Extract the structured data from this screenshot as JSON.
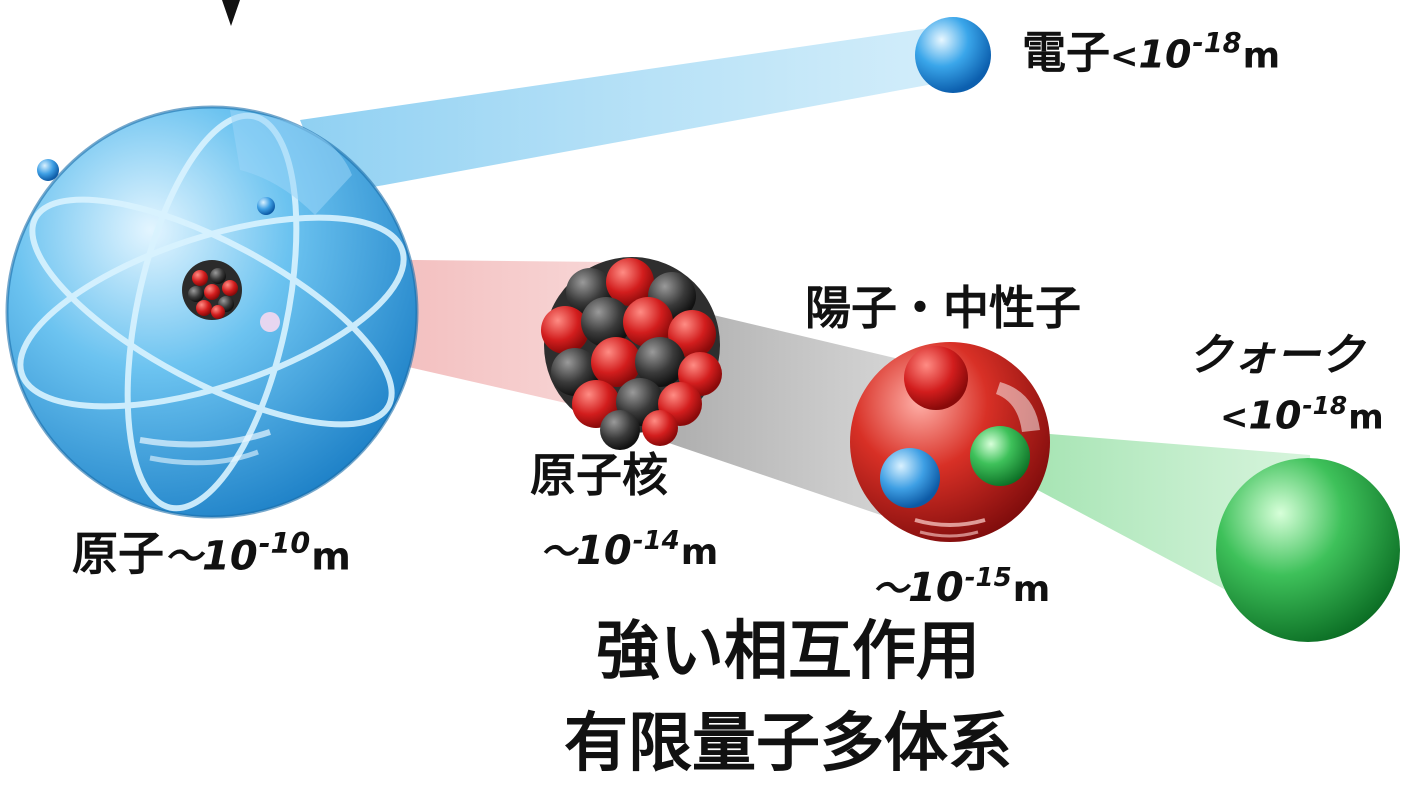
{
  "labels": {
    "electron": {
      "name": "電子",
      "relation": "<",
      "base": "10",
      "exponent": "-18",
      "unit": "m"
    },
    "atom": {
      "name": "原子",
      "relation": "～",
      "base": "10",
      "exponent": "-10",
      "unit": "m"
    },
    "nucleus": {
      "name": "原子核",
      "relation": "～",
      "base": "10",
      "exponent": "-14",
      "unit": "m"
    },
    "nucleon": {
      "name": "陽子・中性子",
      "relation": "～",
      "base": "10",
      "exponent": "-15",
      "unit": "m"
    },
    "quark": {
      "name": "クォーク",
      "relation": "<",
      "base": "10",
      "exponent": "-18",
      "unit": "m"
    }
  },
  "caption": {
    "line1": "強い相互作用",
    "line2": "有限量子多体系"
  },
  "colors": {
    "atom_blue": "#3fa6e4",
    "electron_blue": "#2a8fdc",
    "nucleon_red": "#cf1f1f",
    "quark_green": "#25a83e",
    "dark_particle": "#3a3a3a"
  }
}
